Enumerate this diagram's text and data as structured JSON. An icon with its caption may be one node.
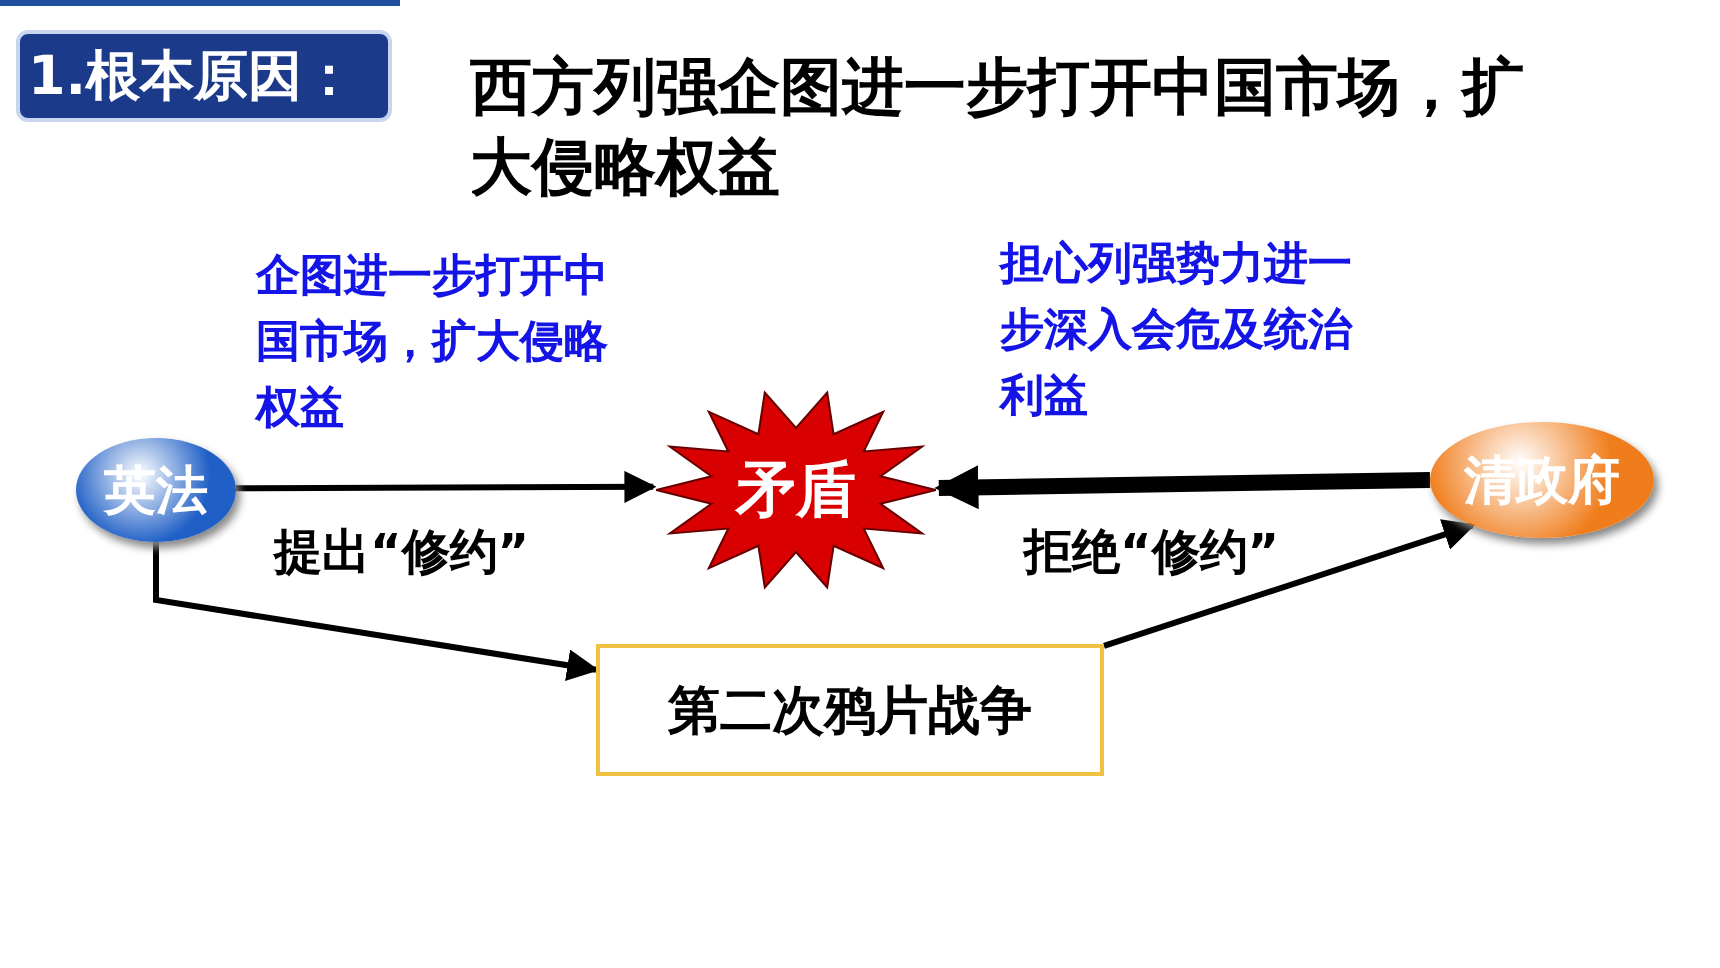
{
  "diagram": {
    "title": "西方列强企图进一步打开中国市场，扩大侵略权益",
    "nodes": [
      {
        "text": [
          "英法"
        ]
      },
      {
        "text": [
          "矛盾"
        ]
      },
      {
        "text": [
          "清政府"
        ]
      },
      {
        "text": [
          "第二次鸦片战争"
        ]
      }
    ],
    "edges": [
      {
        "from": 0,
        "to": 1,
        "arrow": "to",
        "label": "提出“修约”"
      },
      {
        "from": 2,
        "to": 1,
        "arrow": "to",
        "label": "拒绝“修约”",
        "style": "thick"
      },
      {
        "from": 0,
        "to": 3,
        "arrow": "to"
      },
      {
        "from": 3,
        "to": 2,
        "arrow": "to"
      }
    ],
    "labels": [
      "1.根本原因：",
      "企图进一步打开中国市场，扩大侵略权益",
      "担心列强势力进一步深入会危及统治利益"
    ]
  }
}
